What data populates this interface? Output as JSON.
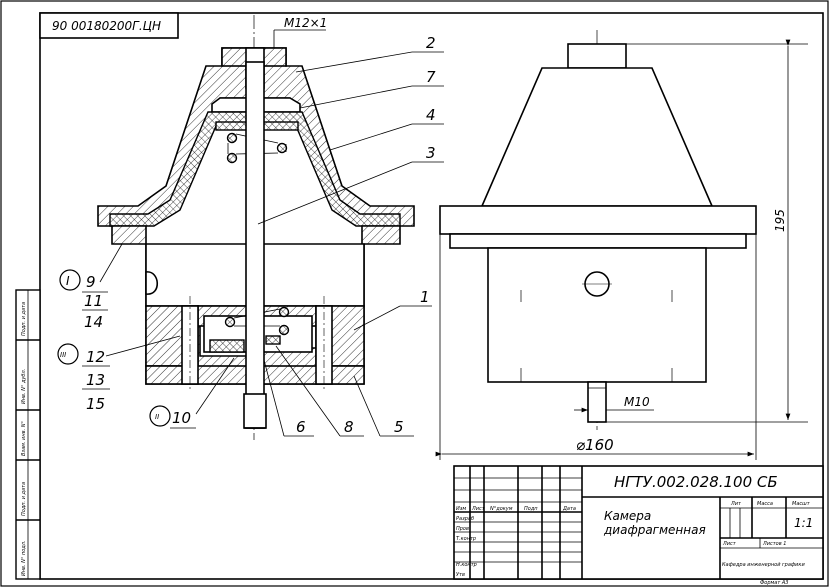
{
  "stamp_code": "90 00180200Г.ЦН",
  "thread_top": "M12×1",
  "thread_bottom": "M10",
  "dim_width": "⌀160",
  "dim_height": "195",
  "callouts": {
    "c1": "1",
    "c2": "2",
    "c3": "3",
    "c4": "4",
    "c5": "5",
    "c6": "6",
    "c7": "7",
    "c8": "8"
  },
  "views": {
    "v1": {
      "roman": "I",
      "top": "9",
      "mid": "11",
      "bot": "14"
    },
    "v2": {
      "roman": "II",
      "num": "10"
    },
    "v3": {
      "roman": "III",
      "top": "12",
      "mid": "13",
      "bot": "15"
    }
  },
  "title_block": {
    "designation": "НГТУ.002.028.100 СБ",
    "name_line1": "Камера",
    "name_line2": "диафрагменная",
    "col_lit": "Лит",
    "col_mass": "Масса",
    "col_scale": "Масшт",
    "scale": "1:1",
    "sheet": "Лист",
    "sheets": "Листов 1",
    "org": "Кафедра инженерной графики",
    "format": "Формат А3",
    "hdr_change": "Изм",
    "hdr_sheet": "Лист",
    "hdr_doc": "N°докум",
    "hdr_sign": "Подп",
    "hdr_date": "Дата",
    "role_dev": "Разраб",
    "role_check": "Пров",
    "role_tcontrol": "Т.контр",
    "role_ncontrol": "Н.контр",
    "role_approve": "Утв"
  },
  "side_strip": {
    "s1": "Подп. и дата",
    "s2": "Инв. N° дубл.",
    "s3": "Взам. инв. N°",
    "s4": "Подп. и дата",
    "s5": "Инв. N° подл."
  }
}
